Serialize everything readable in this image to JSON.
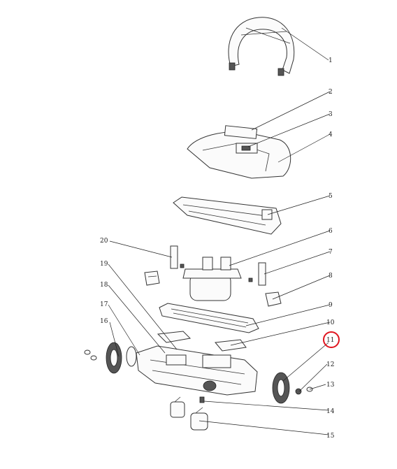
{
  "diagram": {
    "labels": [
      "1",
      "2",
      "3",
      "4",
      "5",
      "6",
      "7",
      "8",
      "9",
      "10",
      "11",
      "12",
      "13",
      "14",
      "15",
      "16",
      "17",
      "18",
      "19",
      "20"
    ],
    "highlighted_label": "11",
    "highlight_color": "#e0141e"
  }
}
